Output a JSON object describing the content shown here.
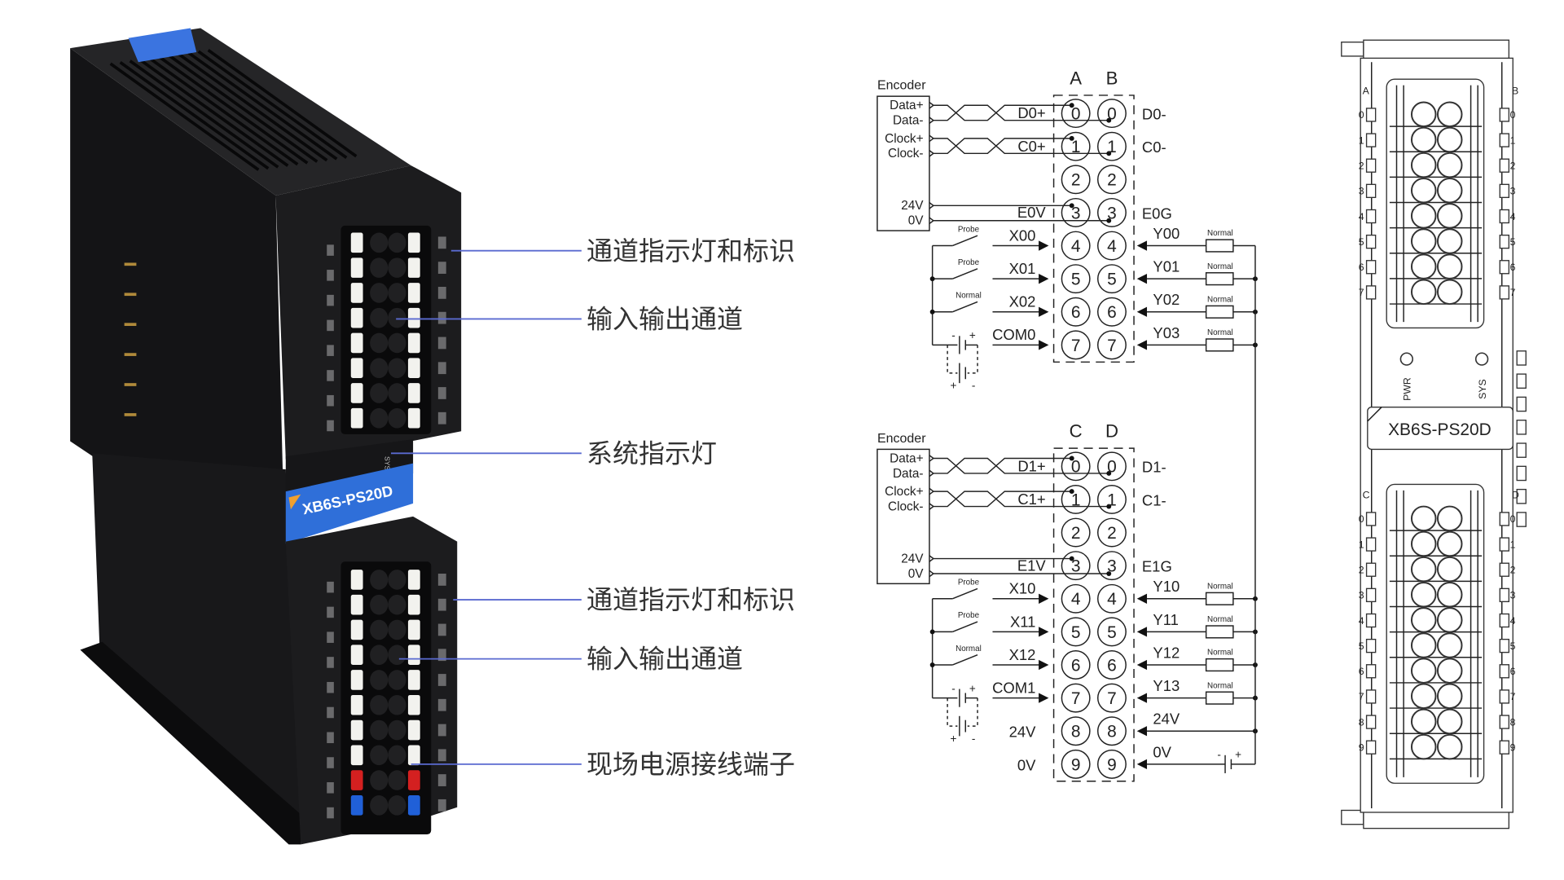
{
  "product_photo": {
    "model_label": "XB6S-PS20D",
    "sys_label": "SYS",
    "colors": {
      "body": "#1b1b1d",
      "label_band": "#2f6fd9",
      "clip": "#3b74e0",
      "accent_mark": "#f0a030",
      "plug_red": "#d42020",
      "plug_blue": "#2060d8"
    }
  },
  "callouts": [
    {
      "label": "通道指示灯和标识"
    },
    {
      "label": "输入输出通道"
    },
    {
      "label": "系统指示灯"
    },
    {
      "label": "通道指示灯和标识"
    },
    {
      "label": "输入输出通道"
    },
    {
      "label": "现场电源接线端子"
    }
  ],
  "callout_color": "#5a6ad0",
  "wiring": {
    "battery_signs": [
      "-",
      "+"
    ],
    "sections": [
      {
        "columns": [
          "A",
          "B"
        ],
        "encoder": {
          "title": "Encoder",
          "pins": [
            "Data+",
            "Data-",
            "Clock+",
            "Clock-",
            "24V",
            "0V"
          ]
        },
        "switch_labels": [
          "Probe",
          "Probe",
          "Normal"
        ],
        "load_label": "Normal",
        "rows": [
          {
            "n": "0",
            "kind": "encoder_data",
            "left": "D0+",
            "right": "D0-"
          },
          {
            "n": "1",
            "kind": "encoder_clock",
            "left": "C0+",
            "right": "C0-"
          },
          {
            "n": "2",
            "kind": "spare",
            "left": "",
            "right": ""
          },
          {
            "n": "3",
            "kind": "encoder_power",
            "left": "E0V",
            "right": "E0G"
          },
          {
            "n": "4",
            "kind": "io",
            "left": "X00",
            "right": "Y00"
          },
          {
            "n": "5",
            "kind": "io",
            "left": "X01",
            "right": "Y01"
          },
          {
            "n": "6",
            "kind": "io",
            "left": "X02",
            "right": "Y02"
          },
          {
            "n": "7",
            "kind": "com",
            "left": "COM0",
            "right": "Y03"
          }
        ]
      },
      {
        "columns": [
          "C",
          "D"
        ],
        "encoder": {
          "title": "Encoder",
          "pins": [
            "Data+",
            "Data-",
            "Clock+",
            "Clock-",
            "24V",
            "0V"
          ]
        },
        "switch_labels": [
          "Probe",
          "Probe",
          "Normal"
        ],
        "load_label": "Normal",
        "rows": [
          {
            "n": "0",
            "kind": "encoder_data",
            "left": "D1+",
            "right": "D1-"
          },
          {
            "n": "1",
            "kind": "encoder_clock",
            "left": "C1+",
            "right": "C1-"
          },
          {
            "n": "2",
            "kind": "spare",
            "left": "",
            "right": ""
          },
          {
            "n": "3",
            "kind": "encoder_power",
            "left": "E1V",
            "right": "E1G"
          },
          {
            "n": "4",
            "kind": "io",
            "left": "X10",
            "right": "Y10"
          },
          {
            "n": "5",
            "kind": "io",
            "left": "X11",
            "right": "Y11"
          },
          {
            "n": "6",
            "kind": "io",
            "left": "X12",
            "right": "Y12"
          },
          {
            "n": "7",
            "kind": "com",
            "left": "COM1",
            "right": "Y13"
          },
          {
            "n": "8",
            "kind": "power24",
            "left": "24V",
            "right": "24V"
          },
          {
            "n": "9",
            "kind": "power0",
            "left": "0V",
            "right": "0V"
          }
        ]
      }
    ]
  },
  "panel": {
    "model": "XB6S-PS20D",
    "pwr_label": "PWR",
    "sys_label": "SYS",
    "top_columns": [
      "A",
      "B"
    ],
    "bottom_columns": [
      "C",
      "D"
    ],
    "top_channels": [
      "0",
      "1",
      "2",
      "3",
      "4",
      "5",
      "6",
      "7"
    ],
    "bottom_channels": [
      "0",
      "1",
      "2",
      "3",
      "4",
      "5",
      "6",
      "7",
      "8",
      "9"
    ]
  }
}
